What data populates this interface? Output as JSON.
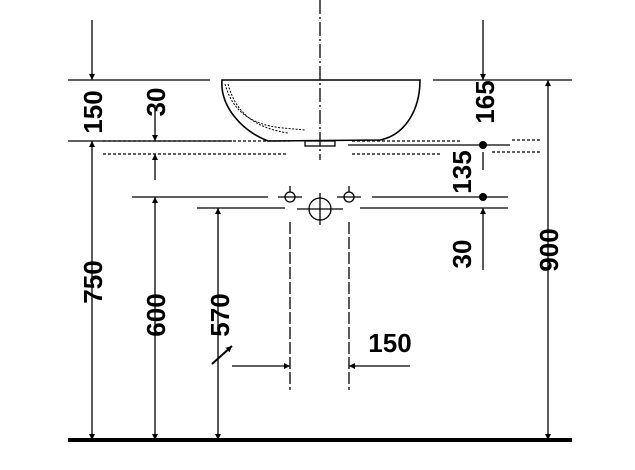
{
  "dimensions": {
    "bowl_height": "150",
    "overflow_offset": "30",
    "right_top": "165",
    "right_mid": "135",
    "right_low": "30",
    "floor_to_top_of_counter": "750",
    "floor_to_holes": "600",
    "floor_to_waste": "570",
    "total_height": "900",
    "hole_spacing": "150"
  }
}
